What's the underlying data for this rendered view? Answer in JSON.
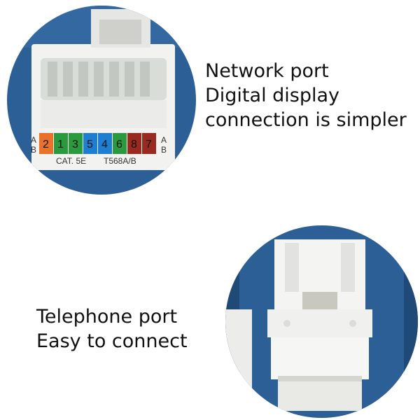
{
  "network": {
    "title": "Network port",
    "line2": "Digital display",
    "line3": "connection is simpler",
    "jack": {
      "row_a": "A",
      "row_b": "B",
      "pins": [
        "2",
        "1",
        "3",
        "5",
        "4",
        "6",
        "8",
        "7"
      ],
      "pin_colors": [
        "#e8722a",
        "#2a9a3e",
        "#2a9a3e",
        "#1e7fd0",
        "#1e7fd0",
        "#2a9a3e",
        "#9a2a20",
        "#9a2a20"
      ],
      "standard": "CAT. 5E",
      "wiring": "T568A/B"
    }
  },
  "telephone": {
    "title": "Telephone port",
    "line2": "Easy to connect"
  },
  "colors": {
    "panel_blue": "#2c5f96",
    "jack_white": "#f2f2f0"
  }
}
